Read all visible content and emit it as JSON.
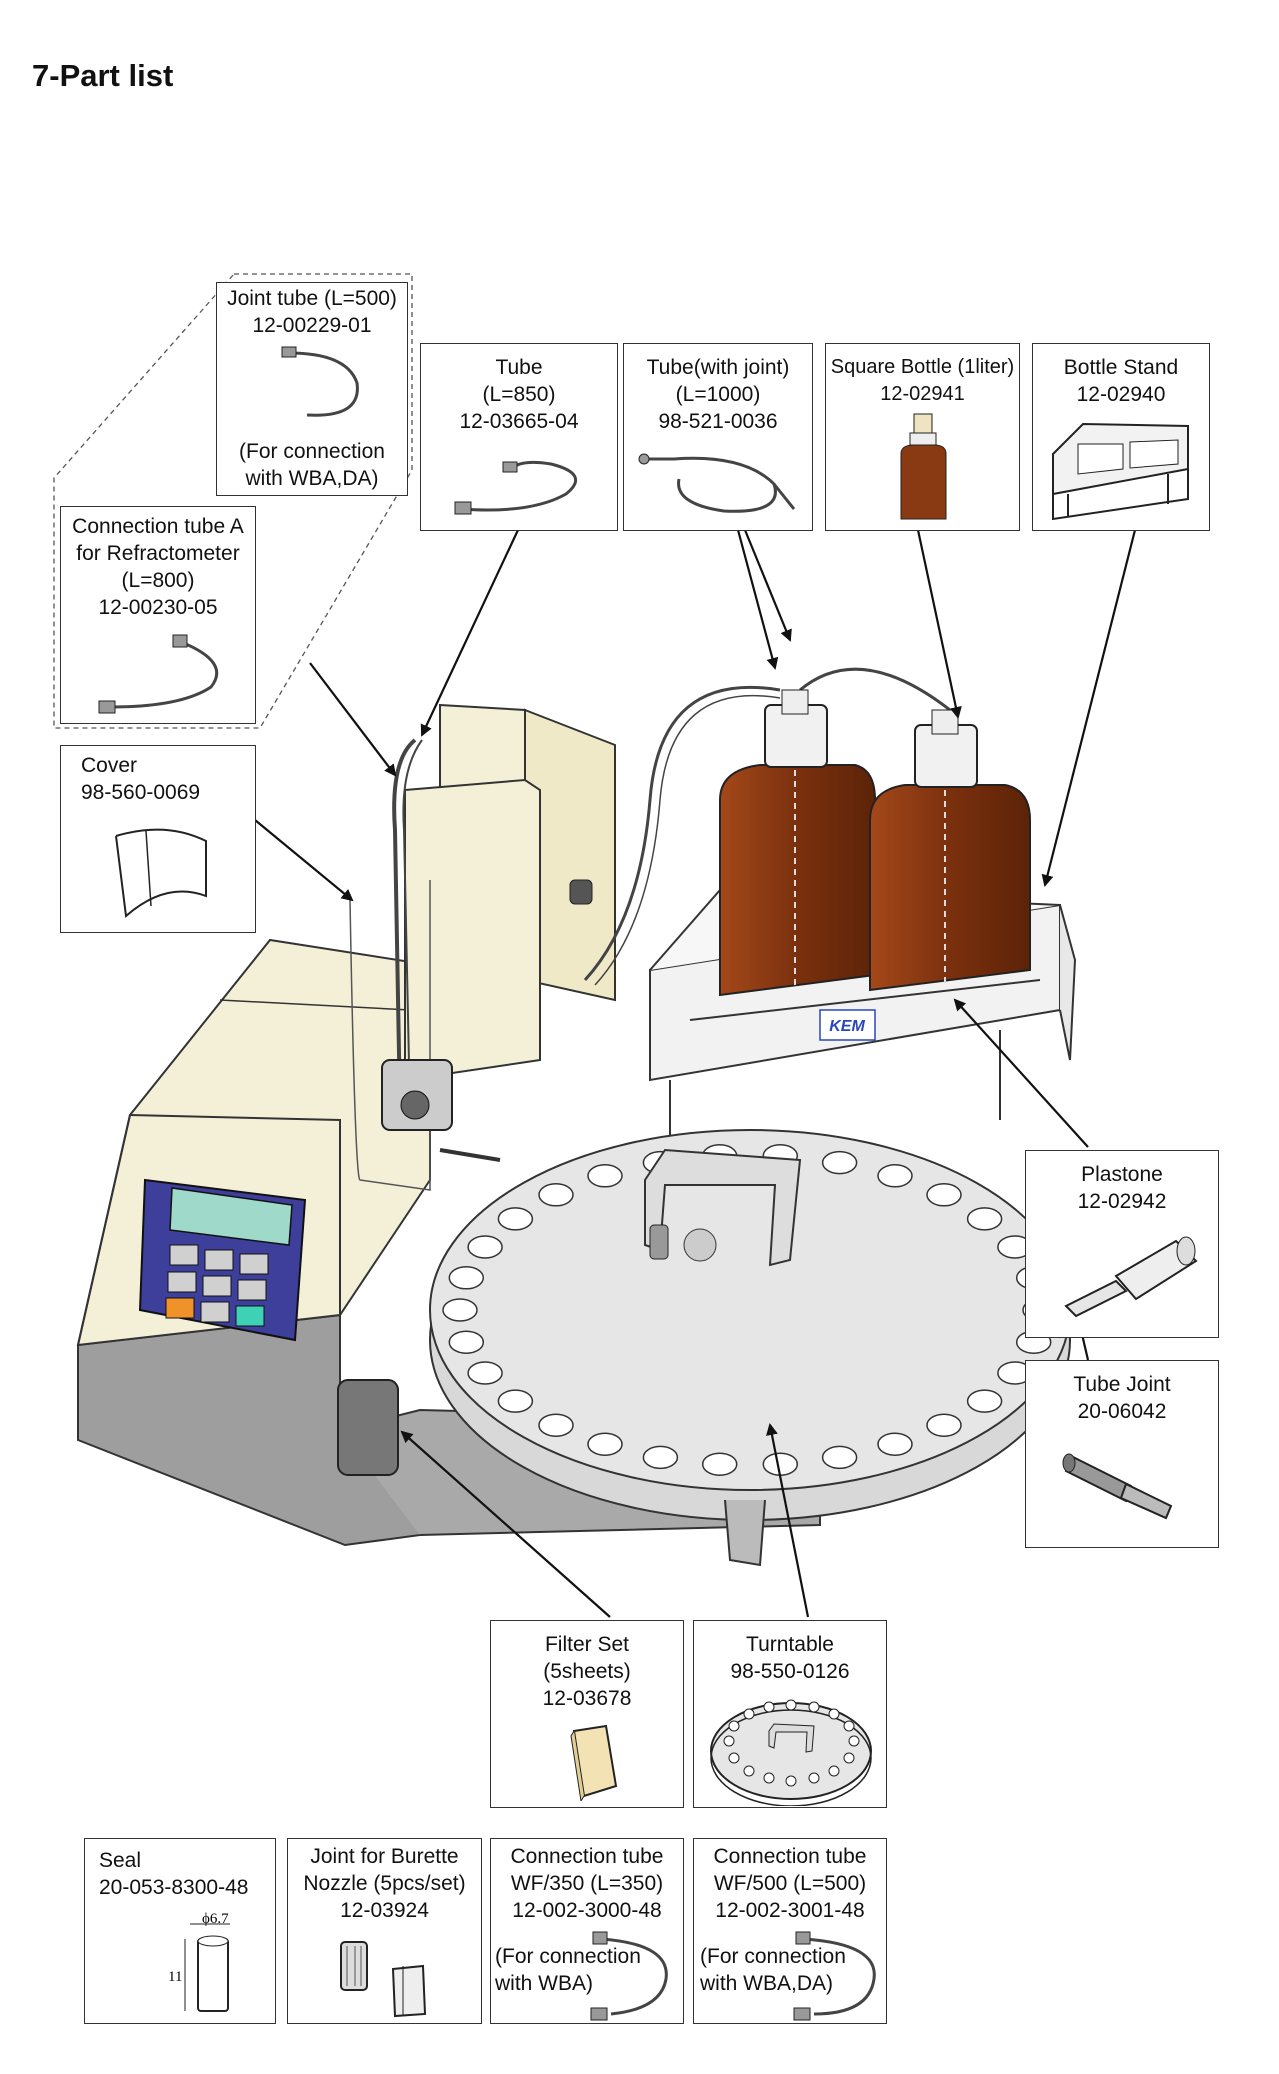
{
  "page": {
    "title": "7-Part  list"
  },
  "parts": {
    "joint_tube": {
      "lines": [
        "Joint tube (L=500)",
        "12-00229-01"
      ],
      "note": [
        "(For connection",
        "with WBA,DA)"
      ]
    },
    "tube": {
      "lines": [
        "Tube",
        "(L=850)",
        "12-03665-04"
      ]
    },
    "tube_joint_1000": {
      "lines": [
        "Tube(with joint)",
        "(L=1000)",
        "98-521-0036"
      ]
    },
    "square_bottle": {
      "lines": [
        "Square Bottle (1liter)",
        "12-02941"
      ]
    },
    "bottle_stand": {
      "lines": [
        "Bottle Stand",
        "12-02940"
      ]
    },
    "connection_tube_a": {
      "lines": [
        "Connection tube A",
        "for Refractometer",
        "(L=800)",
        "12-00230-05"
      ]
    },
    "cover": {
      "lines": [
        "Cover",
        "98-560-0069"
      ]
    },
    "plastone": {
      "lines": [
        "Plastone",
        "12-02942"
      ]
    },
    "tube_joint": {
      "lines": [
        "Tube Joint",
        "20-06042"
      ]
    },
    "filter_set": {
      "lines": [
        "Filter Set",
        "(5sheets)",
        "12-03678"
      ]
    },
    "turntable": {
      "lines": [
        "Turntable",
        "98-550-0126"
      ]
    },
    "seal": {
      "lines": [
        "Seal",
        "20-053-8300-48"
      ],
      "dim_d": "ϕ6.7",
      "dim_h": "11"
    },
    "joint_burette": {
      "lines": [
        "Joint for Burette",
        "Nozzle (5pcs/set)",
        "12-03924"
      ]
    },
    "conn_wf350": {
      "lines": [
        "Connection tube",
        "WF/350 (L=350)",
        "12-002-3000-48"
      ],
      "note": [
        "(For connection",
        "with WBA)"
      ]
    },
    "conn_wf500": {
      "lines": [
        "Connection tube",
        "WF/500 (L=500)",
        "12-002-3001-48"
      ],
      "note": [
        "(For connection",
        "with WBA,DA)"
      ]
    }
  },
  "device": {
    "brand_mark": "KEM"
  },
  "colors": {
    "bottle": "#8a3a12",
    "keypad_frame": "#3d3f9a",
    "lcd": "#9fd9c9",
    "orange_key": "#f0922a",
    "teal_key": "#3fd1b6"
  }
}
